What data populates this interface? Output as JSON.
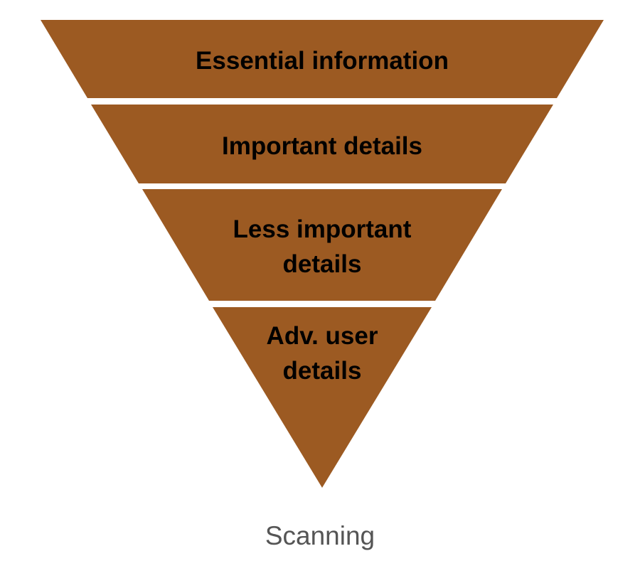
{
  "fill_color": "#9C5A22",
  "layers": [
    {
      "lines": [
        "Essential information"
      ]
    },
    {
      "lines": [
        "Important details"
      ]
    },
    {
      "lines": [
        "Less important",
        "details"
      ]
    },
    {
      "lines": [
        "Adv. user",
        "details"
      ]
    }
  ],
  "caption": "Scanning"
}
